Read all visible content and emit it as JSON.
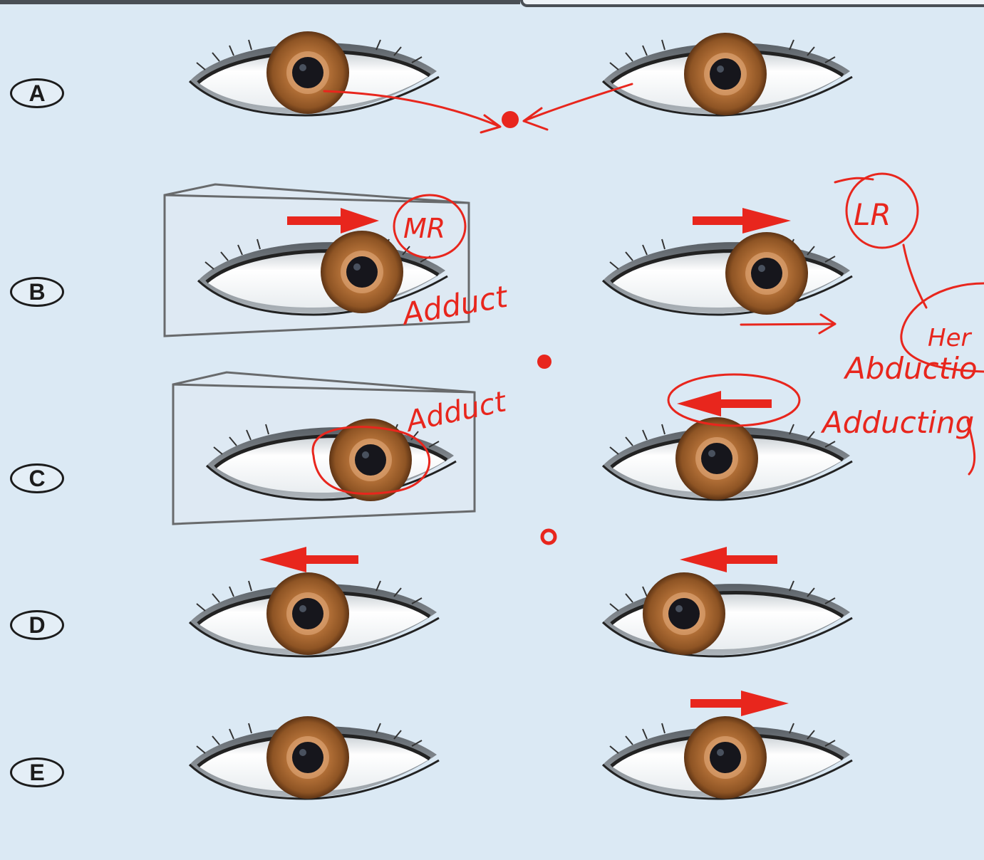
{
  "row_labels": [
    "A",
    "B",
    "C",
    "D",
    "E"
  ],
  "annotations": {
    "mr": "MR",
    "lr": "LR",
    "adduct_b": "Adduct",
    "adduct_c": "Adduct",
    "hering": "Her",
    "abduction": "Abductio",
    "adducting": "Adducting"
  },
  "colors": {
    "background": "#dbe9f4",
    "annotation_red": "#e8261d",
    "arrow_red": "#e8261d",
    "iris": "#a9662f",
    "outline": "#2a2a2a"
  }
}
